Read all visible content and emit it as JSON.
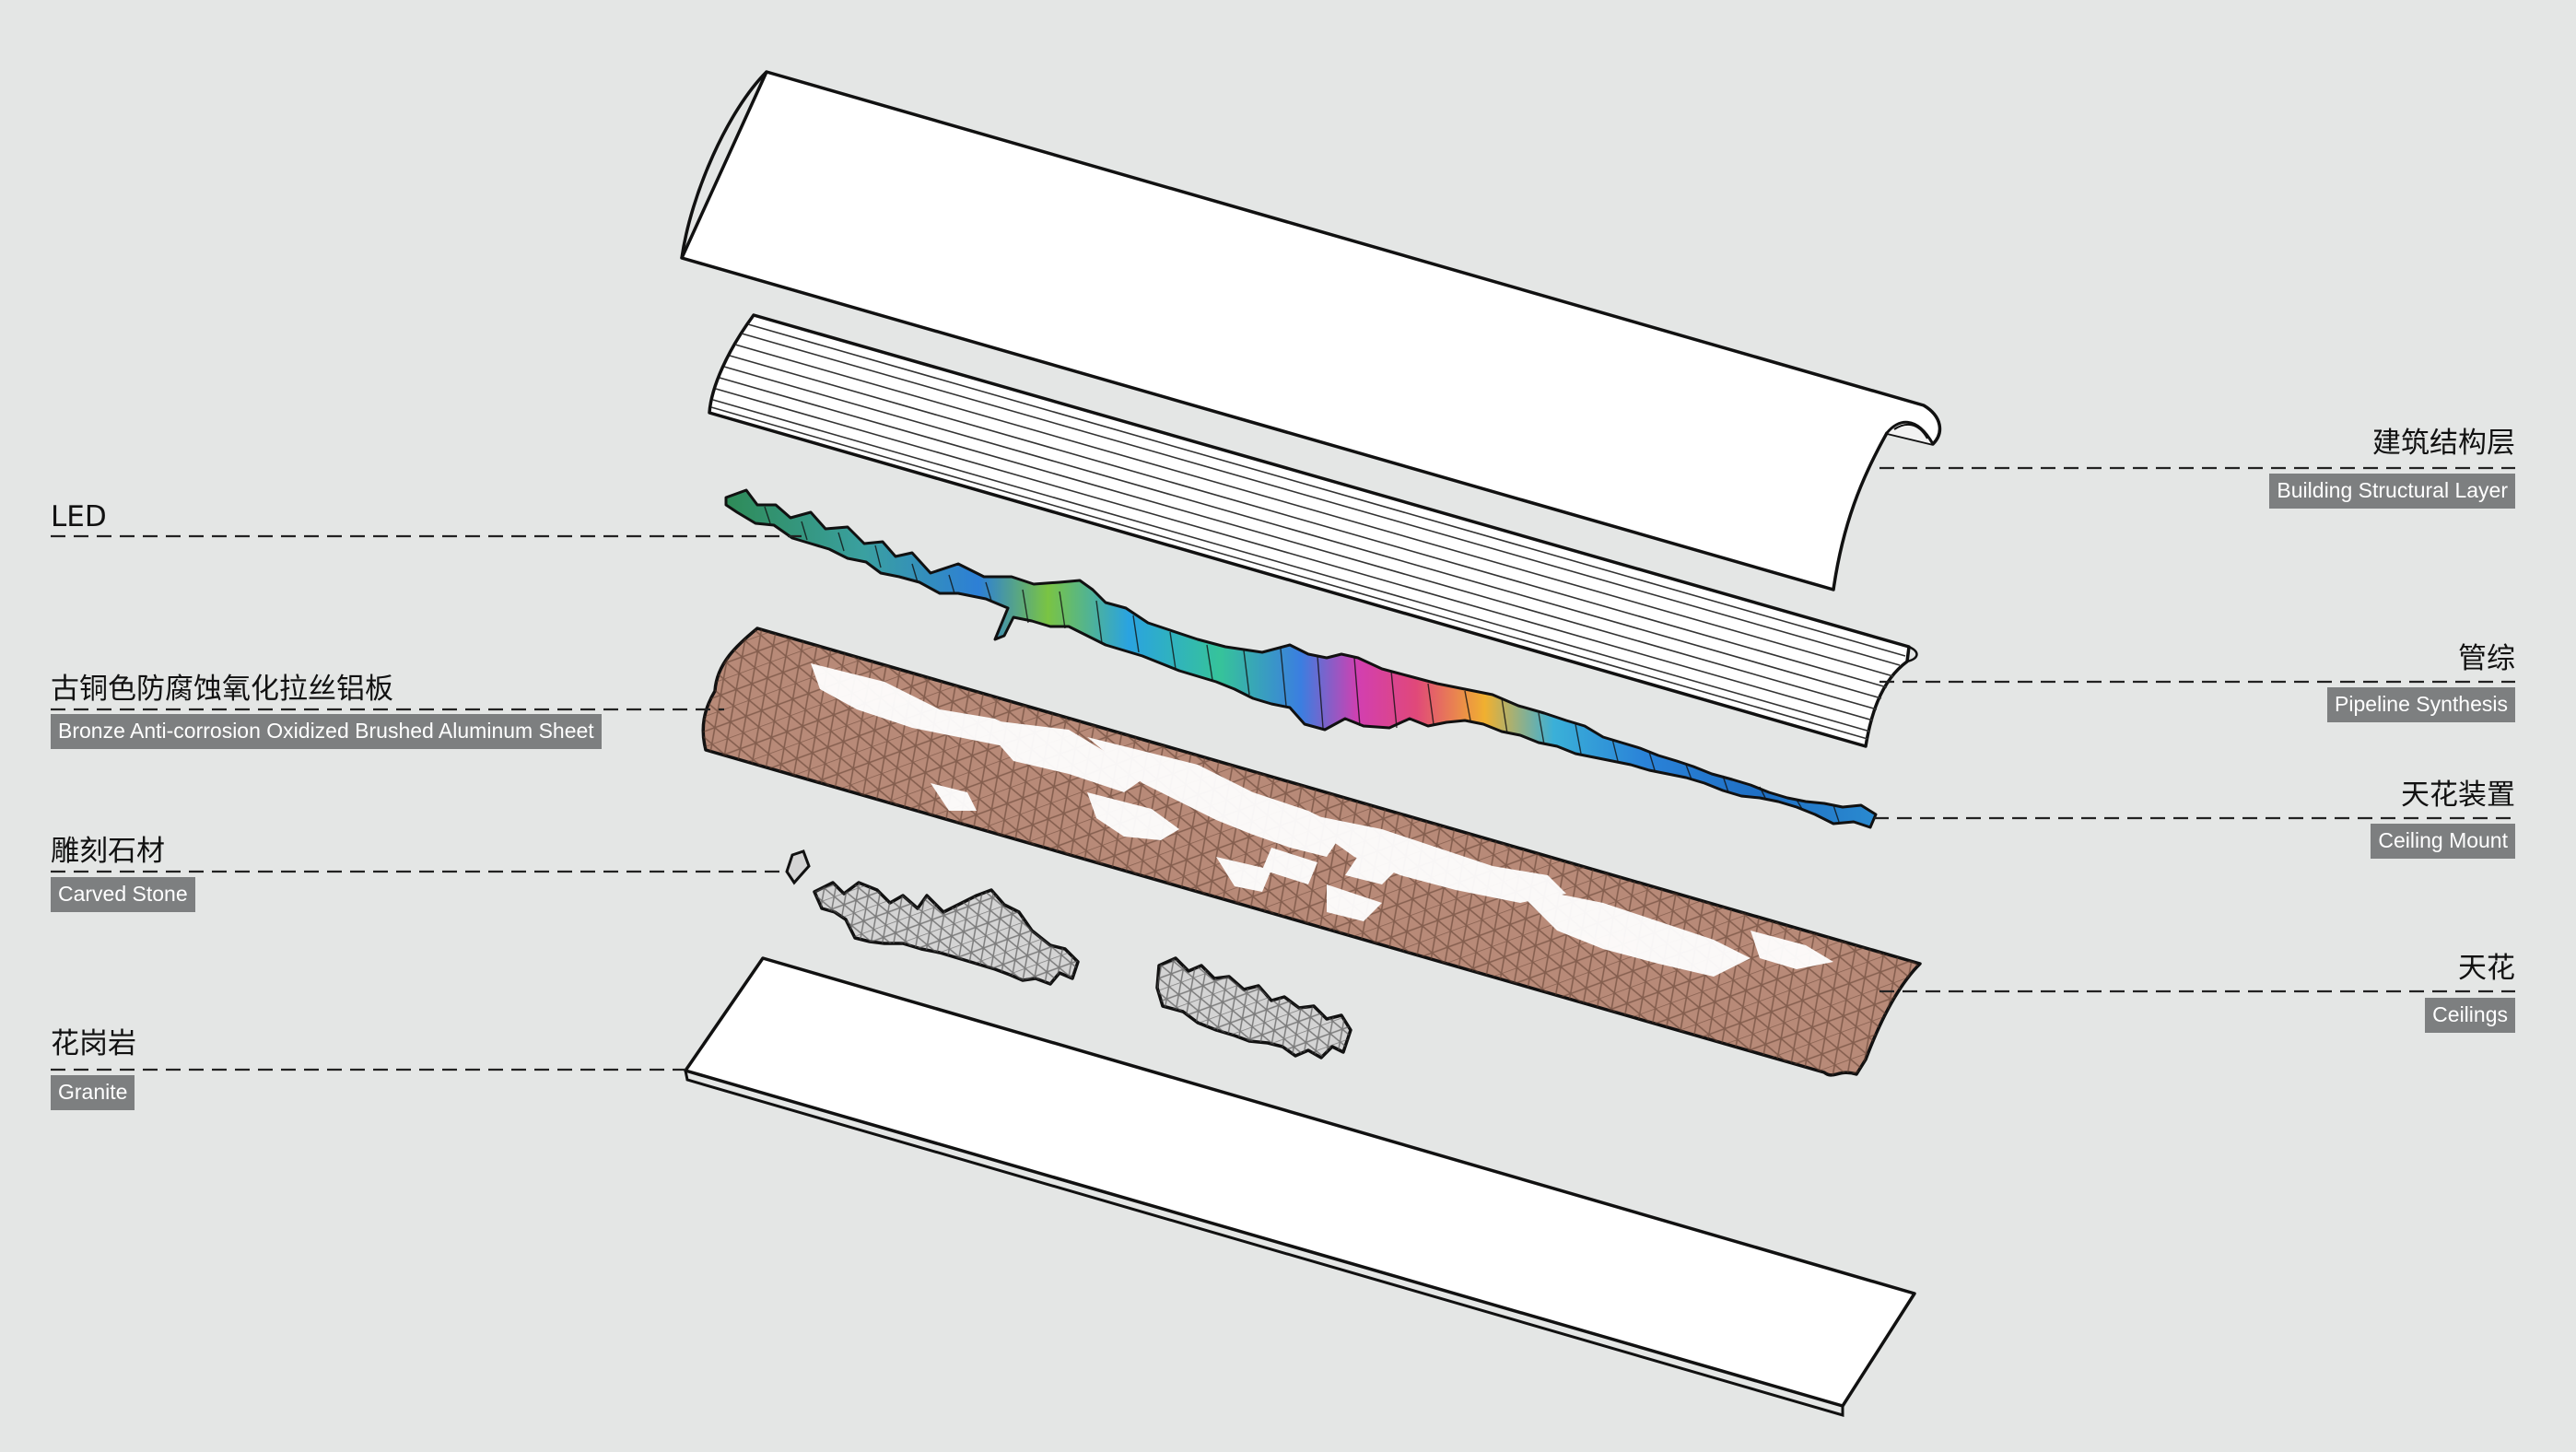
{
  "labels_left": [
    {
      "id": "led",
      "cn": "LED",
      "en": ""
    },
    {
      "id": "bronze",
      "cn": "古铜色防腐蚀氧化拉丝铝板",
      "en": "Bronze Anti-corrosion Oxidized Brushed Aluminum Sheet"
    },
    {
      "id": "stone",
      "cn": "雕刻石材",
      "en": "Carved Stone"
    },
    {
      "id": "granite",
      "cn": "花岗岩",
      "en": "Granite"
    }
  ],
  "labels_right": [
    {
      "id": "structural",
      "cn": "建筑结构层",
      "en": "Building Structural Layer"
    },
    {
      "id": "pipeline",
      "cn": "管综",
      "en": "Pipeline Synthesis"
    },
    {
      "id": "mount",
      "cn": "天花装置",
      "en": "Ceiling Mount"
    },
    {
      "id": "ceilings",
      "cn": "天花",
      "en": "Ceilings"
    }
  ],
  "colors": {
    "background": "#e4e6e5",
    "tag": "#7d7f80",
    "bronze": "#b88a78",
    "stone": "#c9c9c9",
    "outline": "#111111"
  }
}
